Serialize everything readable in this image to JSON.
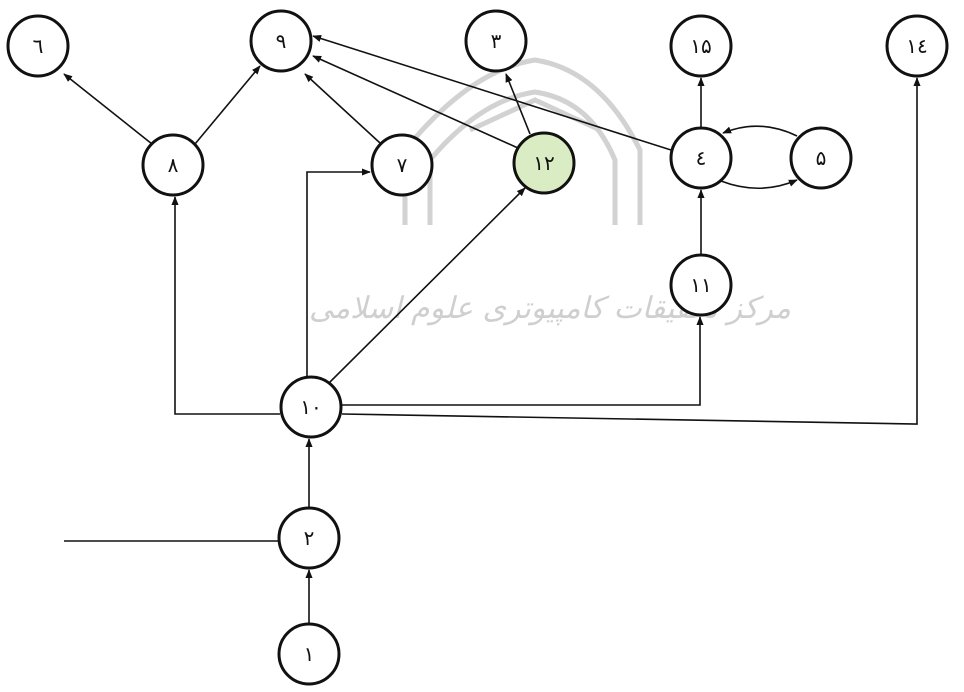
{
  "watermark": {
    "text": "مرکز تحقیقات کامپیوتری علوم اسلامی"
  },
  "nodes": [
    {
      "id": "n6",
      "label": "٦"
    },
    {
      "id": "n9",
      "label": "٩"
    },
    {
      "id": "n3",
      "label": "٣"
    },
    {
      "id": "n15",
      "label": "١۵"
    },
    {
      "id": "n14",
      "label": "١٤"
    },
    {
      "id": "n8",
      "label": "٨"
    },
    {
      "id": "n7",
      "label": "٧"
    },
    {
      "id": "n12",
      "label": "١٢"
    },
    {
      "id": "n4",
      "label": "٤"
    },
    {
      "id": "n5",
      "label": "۵"
    },
    {
      "id": "n11",
      "label": "١١"
    },
    {
      "id": "n10",
      "label": "١٠"
    },
    {
      "id": "n2",
      "label": "٢"
    },
    {
      "id": "n1",
      "label": "١"
    }
  ],
  "edges": [
    {
      "from": "n1",
      "to": "n2"
    },
    {
      "from": "n2",
      "to": "n10"
    },
    {
      "from": "n10",
      "to": "n8"
    },
    {
      "from": "n10",
      "to": "n7"
    },
    {
      "from": "n10",
      "to": "n12"
    },
    {
      "from": "n10",
      "to": "n11"
    },
    {
      "from": "n10",
      "to": "n14"
    },
    {
      "from": "n8",
      "to": "n6"
    },
    {
      "from": "n8",
      "to": "n9"
    },
    {
      "from": "n7",
      "to": "n9"
    },
    {
      "from": "n12",
      "to": "n9"
    },
    {
      "from": "n12",
      "to": "n3"
    },
    {
      "from": "n4",
      "to": "n9"
    },
    {
      "from": "n4",
      "to": "n15"
    },
    {
      "from": "n11",
      "to": "n4"
    },
    {
      "from": "n4",
      "to": "n5"
    },
    {
      "from": "n5",
      "to": "n4"
    },
    {
      "from": "left-input",
      "to": "n2"
    }
  ]
}
